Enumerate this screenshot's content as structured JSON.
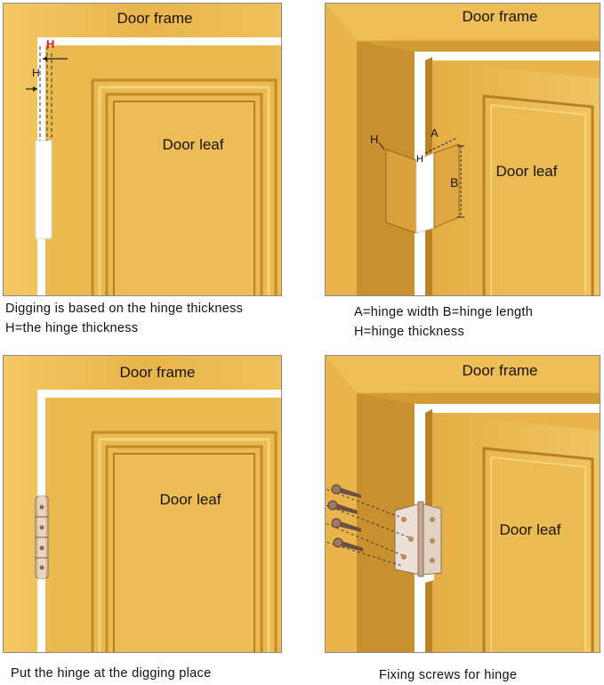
{
  "panels": [
    {
      "frame_label": "Door frame",
      "leaf_label": "Door leaf",
      "marks": {
        "h_top": "H",
        "h_side": "H"
      },
      "caption_lines": [
        "Digging is based on the hinge thickness",
        "H=the hinge thickness"
      ]
    },
    {
      "frame_label": "Door frame",
      "leaf_label": "Door leaf",
      "marks": {
        "h_left": "H",
        "a": "A",
        "h_small": "H",
        "b": "B"
      },
      "caption_lines": [
        "A=hinge width B=hinge length",
        "H=hinge thickness"
      ]
    },
    {
      "frame_label": "Door frame",
      "leaf_label": "Door leaf",
      "caption_lines": [
        "Put the hinge at the digging place"
      ]
    },
    {
      "frame_label": "Door frame",
      "leaf_label": "Door leaf",
      "caption_lines": [
        "Fixing screws for hinge"
      ]
    }
  ],
  "colors": {
    "wood_light": "#f0c35c",
    "wood_mid": "#e2ad45",
    "wood_dark": "#c98f2c",
    "gap_white": "#ffffff",
    "mark_red": "#e0201c"
  }
}
